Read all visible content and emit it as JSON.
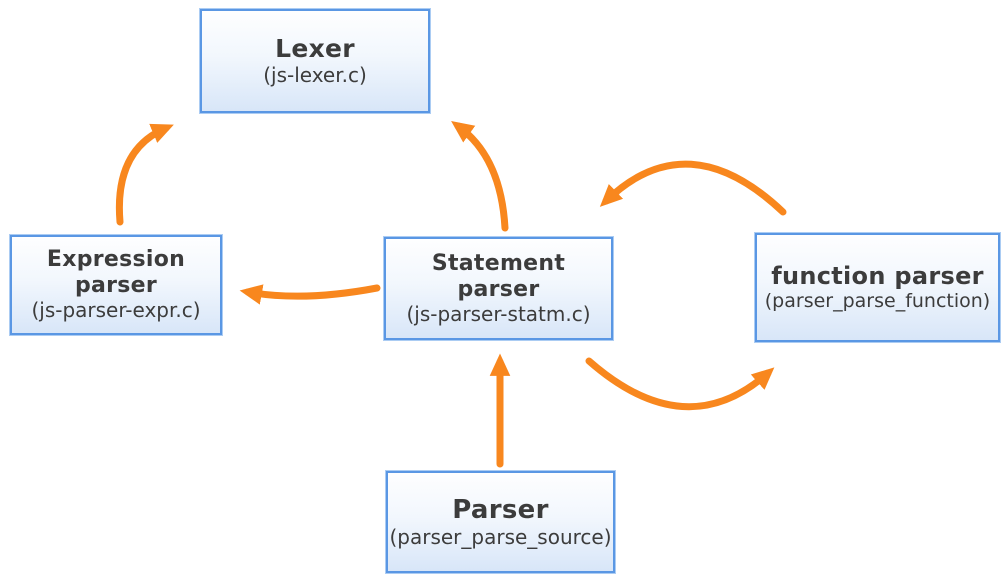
{
  "diagram": {
    "nodes": [
      {
        "id": "lexer",
        "title": "Lexer",
        "subtitle": "(js-lexer.c)"
      },
      {
        "id": "expression-parser",
        "title": "Expression parser",
        "subtitle": "(js-parser-expr.c)"
      },
      {
        "id": "statement-parser",
        "title": "Statement parser",
        "subtitle": "(js-parser-statm.c)"
      },
      {
        "id": "function-parser",
        "title": "function parser",
        "subtitle": "(parser_parse_function)"
      },
      {
        "id": "parser",
        "title": "Parser",
        "subtitle": "(parser_parse_source)"
      }
    ],
    "edges": [
      {
        "from": "expression-parser",
        "to": "lexer"
      },
      {
        "from": "statement-parser",
        "to": "lexer"
      },
      {
        "from": "statement-parser",
        "to": "expression-parser"
      },
      {
        "from": "function-parser",
        "to": "statement-parser"
      },
      {
        "from": "statement-parser",
        "to": "function-parser"
      },
      {
        "from": "parser",
        "to": "statement-parser"
      }
    ],
    "colors": {
      "arrow": "#F8871E",
      "node_border": "#5A97E4",
      "node_border_outer": "#ABCCF3",
      "node_fill_top": "#FEFEFF",
      "node_fill_bottom": "#D8E6F8",
      "text": "#3C3C3C",
      "background": "#FFFFFF"
    }
  }
}
